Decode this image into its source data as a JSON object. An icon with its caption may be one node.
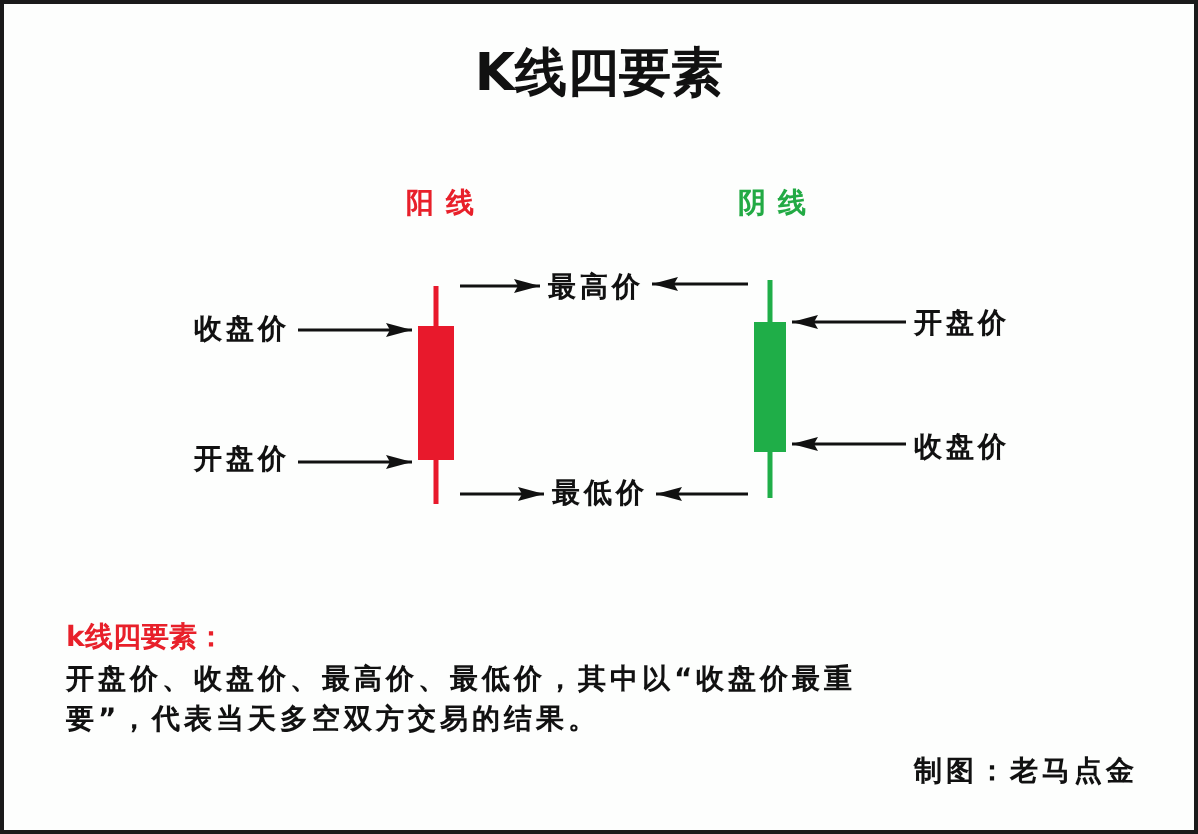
{
  "diagram": {
    "title": "K线四要素",
    "nodes": [
      {
        "text": [],
        "shape": "candlestick",
        "beside": [
          "阳线"
        ]
      },
      {
        "text": [],
        "shape": "candlestick",
        "beside": [
          "阴线"
        ]
      },
      {
        "text": [
          "最高价"
        ]
      },
      {
        "text": [
          "收盘价"
        ]
      },
      {
        "text": [
          "开盘价"
        ]
      },
      {
        "text": [
          "开盘价"
        ]
      },
      {
        "text": [
          "收盘价"
        ]
      },
      {
        "text": [
          "最低价"
        ]
      }
    ],
    "edges": [
      {
        "from": 3,
        "to": 0,
        "arrow": "to"
      },
      {
        "from": 5,
        "to": 0,
        "arrow": "to"
      },
      {
        "from": 0,
        "to": 2,
        "arrow": "to"
      },
      {
        "from": 1,
        "to": 2,
        "arrow": "to"
      },
      {
        "from": 0,
        "to": 7,
        "arrow": "to"
      },
      {
        "from": 1,
        "to": 7,
        "arrow": "to"
      },
      {
        "from": 4,
        "to": 1,
        "arrow": "to"
      },
      {
        "from": 6,
        "to": 1,
        "arrow": "to"
      }
    ],
    "labels": [
      "k线四要素：",
      "开盘价、收盘价、最高价、最低价，其中以“收盘价最重要”，代表当天多空双方交易的结果。",
      "制图：老马点金"
    ]
  }
}
